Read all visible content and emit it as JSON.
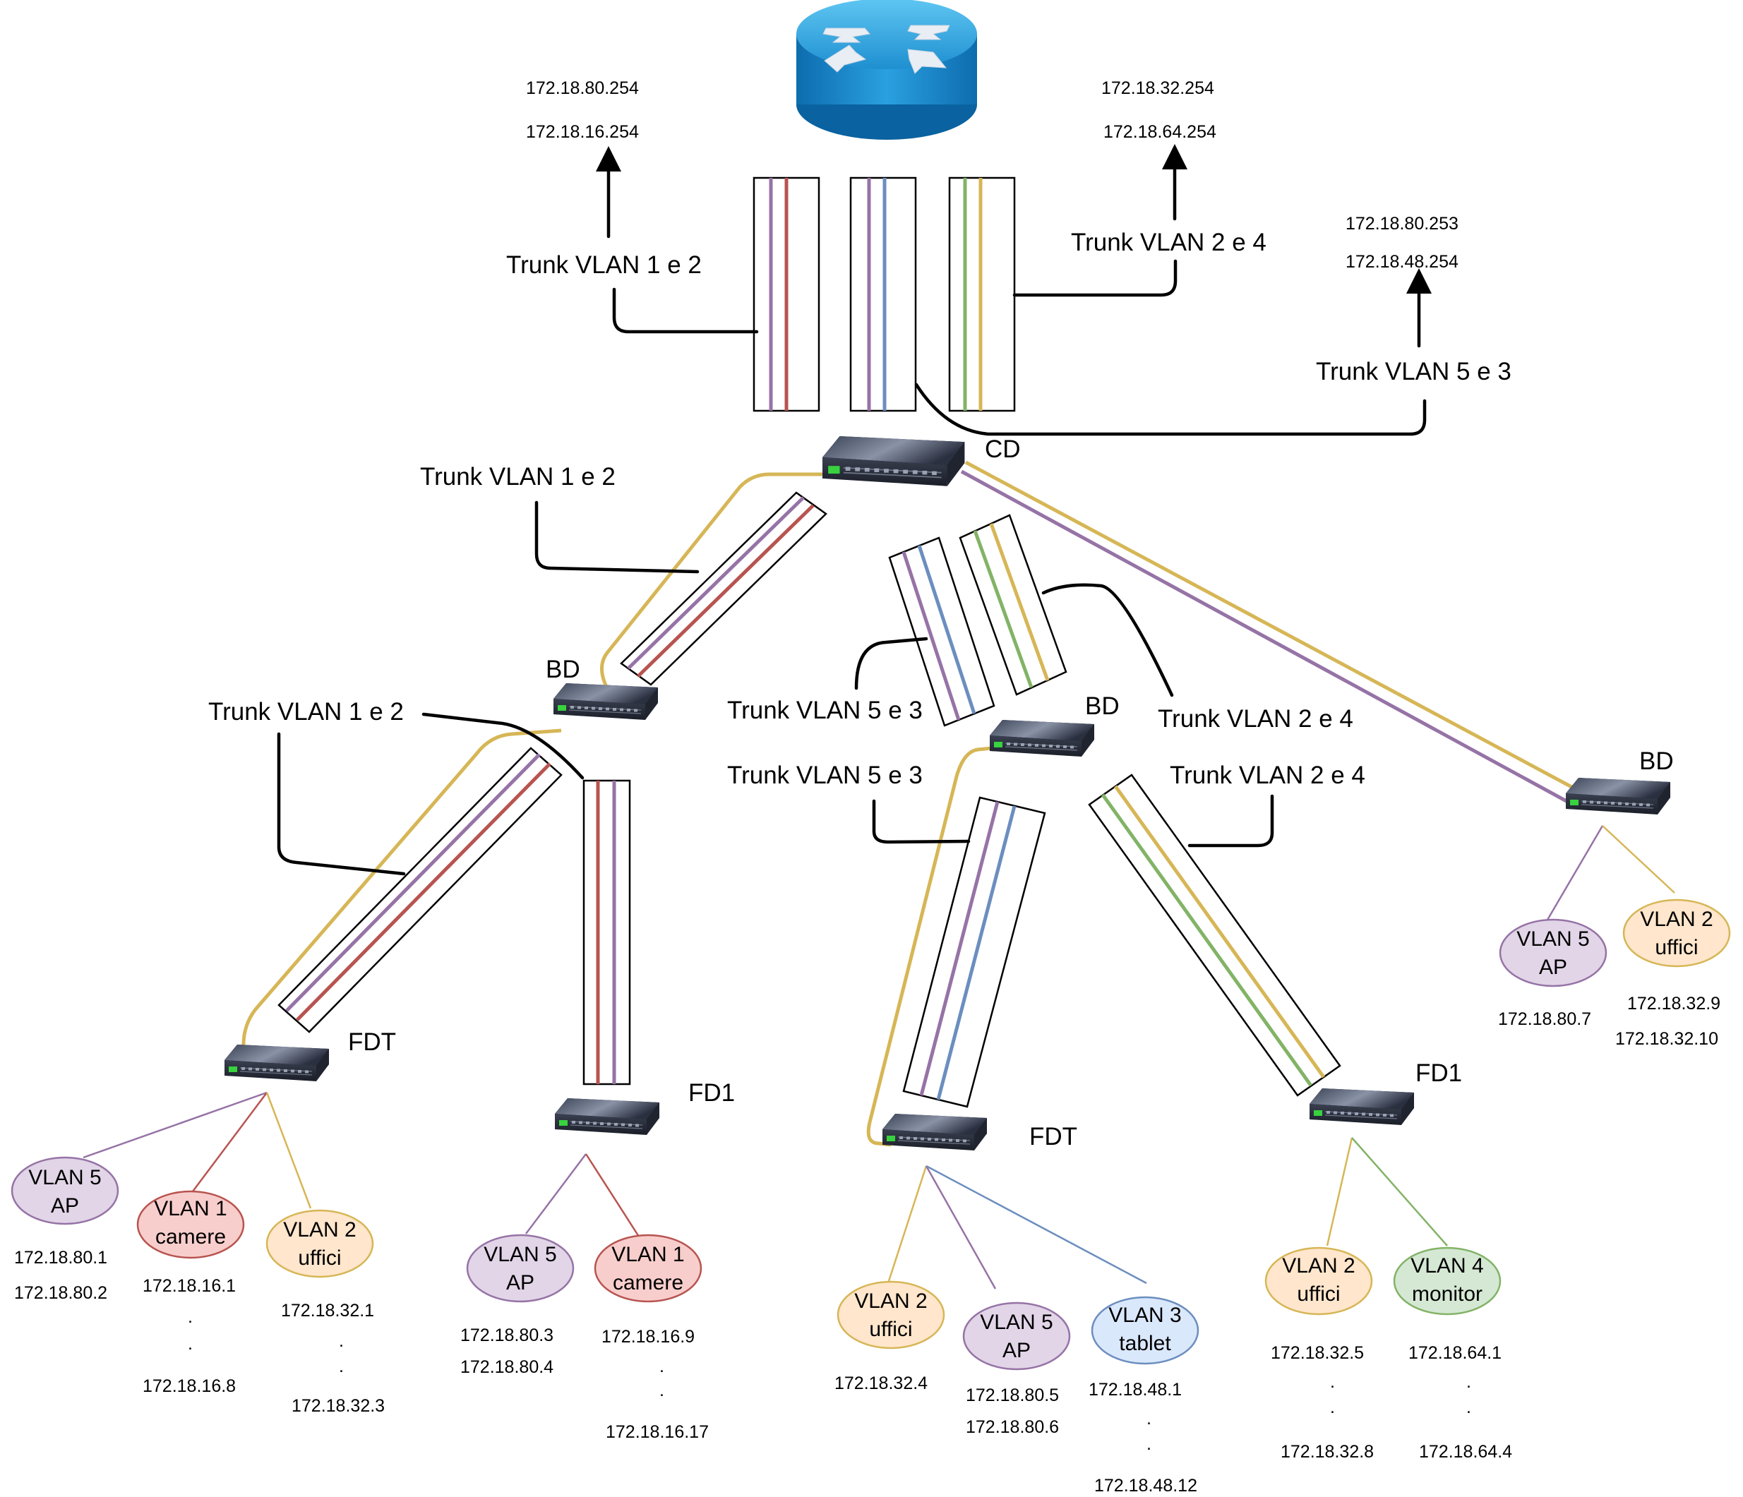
{
  "colors": {
    "vlan1": "#b85450",
    "vlan2": "#d6b656",
    "vlan3": "#6c8ebf",
    "vlan4": "#82b366",
    "vlan5": "#9673a6",
    "vlan1_fill": "#f8cecc",
    "vlan2_fill": "#ffe6cc",
    "vlan3_fill": "#dae8fc",
    "vlan4_fill": "#d5e8d4",
    "vlan5_fill": "#e1d5e7"
  },
  "icons": {
    "router": "router-icon",
    "switch": "network-switch-icon"
  },
  "router": {
    "left_ips": [
      "172.18.80.254",
      "172.18.16.254"
    ],
    "right_ips": [
      "172.18.32.254",
      "172.18.64.254"
    ],
    "far_right_ips": [
      "172.18.80.253",
      "172.18.48.254"
    ]
  },
  "trunks": {
    "router_left": "Trunk VLAN 1 e 2",
    "router_right": "Trunk VLAN 2 e 4",
    "router_far_right": "Trunk VLAN 5 e 3",
    "cd_bd_left": "Trunk VLAN 1 e 2",
    "cd_bd_middle_a": "Trunk VLAN 5 e 3",
    "cd_bd_middle_b": "Trunk VLAN 2 e 4",
    "bd_left_down": "Trunk VLAN 1 e 2",
    "bd_middle_fdt": "Trunk VLAN 5 e 3",
    "bd_middle_fd1": "Trunk VLAN 2 e 4"
  },
  "switches": {
    "cd": "CD",
    "bd_left": "BD",
    "bd_middle": "BD",
    "bd_right": "BD",
    "fdt_left": "FDT",
    "fd1_left": "FD1",
    "fdt_middle": "FDT",
    "fd1_right": "FD1"
  },
  "nodes": {
    "fdt_left_vlan5": {
      "line1": "VLAN 5",
      "line2": "AP",
      "ips": [
        "172.18.80.1",
        "172.18.80.2"
      ]
    },
    "fdt_left_vlan1": {
      "line1": "VLAN 1",
      "line2": "camere",
      "ips": [
        "172.18.16.1",
        ".",
        ".",
        "172.18.16.8"
      ]
    },
    "fdt_left_vlan2": {
      "line1": "VLAN 2",
      "line2": "uffici",
      "ips": [
        "172.18.32.1",
        ".",
        ".",
        "172.18.32.3"
      ]
    },
    "fd1_left_vlan5": {
      "line1": "VLAN 5",
      "line2": "AP",
      "ips": [
        "172.18.80.3",
        "172.18.80.4"
      ]
    },
    "fd1_left_vlan1": {
      "line1": "VLAN 1",
      "line2": "camere",
      "ips": [
        "172.18.16.9",
        ".",
        ".",
        "172.18.16.17"
      ]
    },
    "fdt_mid_vlan2": {
      "line1": "VLAN 2",
      "line2": "uffici",
      "ips": [
        "172.18.32.4"
      ]
    },
    "fdt_mid_vlan5": {
      "line1": "VLAN 5",
      "line2": "AP",
      "ips": [
        "172.18.80.5",
        "172.18.80.6"
      ]
    },
    "fdt_mid_vlan3": {
      "line1": "VLAN 3",
      "line2": "tablet",
      "ips": [
        "172.18.48.1",
        ".",
        ".",
        "172.18.48.12"
      ]
    },
    "fd1_right_vlan2": {
      "line1": "VLAN 2",
      "line2": "uffici",
      "ips": [
        "172.18.32.5",
        ".",
        ".",
        "172.18.32.8"
      ]
    },
    "fd1_right_vlan4": {
      "line1": "VLAN 4",
      "line2": "monitor",
      "ips": [
        "172.18.64.1",
        ".",
        ".",
        "172.18.64.4"
      ]
    },
    "bd_right_vlan5": {
      "line1": "VLAN 5",
      "line2": "AP",
      "ips": [
        "172.18.80.7"
      ]
    },
    "bd_right_vlan2": {
      "line1": "VLAN 2",
      "line2": "uffici",
      "ips": [
        "172.18.32.9",
        "172.18.32.10"
      ]
    }
  }
}
